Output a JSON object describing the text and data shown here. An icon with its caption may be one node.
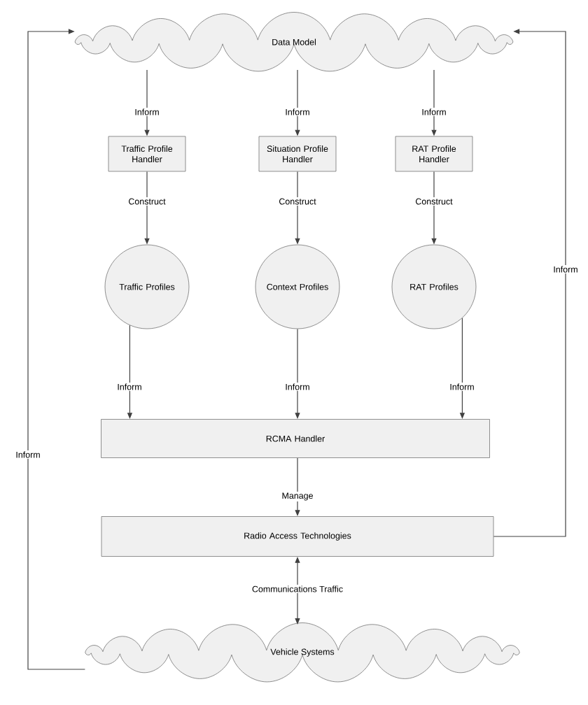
{
  "diagram": {
    "nodes": [
      {
        "text": [
          "Data Model"
        ]
      },
      {
        "text": [
          "Traffic Profile Handler"
        ]
      },
      {
        "text": [
          "Situation Profile Handler"
        ]
      },
      {
        "text": [
          "RAT Profile Handler"
        ]
      },
      {
        "text": [
          "Traffic Profiles"
        ]
      },
      {
        "text": [
          "Context Profiles"
        ]
      },
      {
        "text": [
          "RAT Profiles"
        ]
      },
      {
        "text": [
          "RCMA Handler"
        ]
      },
      {
        "text": [
          "Radio Access Technologies"
        ]
      },
      {
        "text": [
          "Vehicle Systems"
        ]
      }
    ],
    "edges": [
      {
        "from": 0,
        "to": 1,
        "arrow": "to",
        "label": "Inform"
      },
      {
        "from": 0,
        "to": 2,
        "arrow": "to",
        "label": "Inform"
      },
      {
        "from": 0,
        "to": 3,
        "arrow": "to",
        "label": "Inform"
      },
      {
        "from": 1,
        "to": 4,
        "arrow": "to",
        "label": "Construct"
      },
      {
        "from": 2,
        "to": 5,
        "arrow": "to",
        "label": "Construct"
      },
      {
        "from": 3,
        "to": 6,
        "arrow": "to",
        "label": "Construct"
      },
      {
        "from": 4,
        "to": 7,
        "arrow": "to",
        "label": "Inform"
      },
      {
        "from": 5,
        "to": 7,
        "arrow": "to",
        "label": "Inform"
      },
      {
        "from": 6,
        "to": 7,
        "arrow": "to",
        "label": "Inform"
      },
      {
        "from": 7,
        "to": 8,
        "arrow": "to",
        "label": "Manage"
      },
      {
        "from": 8,
        "to": 9,
        "arrow": "both",
        "label": "Communications Traffic"
      },
      {
        "from": 9,
        "to": 0,
        "arrow": "to",
        "label": "Inform"
      },
      {
        "from": 8,
        "to": 0,
        "arrow": "to",
        "label": "Inform"
      }
    ]
  }
}
